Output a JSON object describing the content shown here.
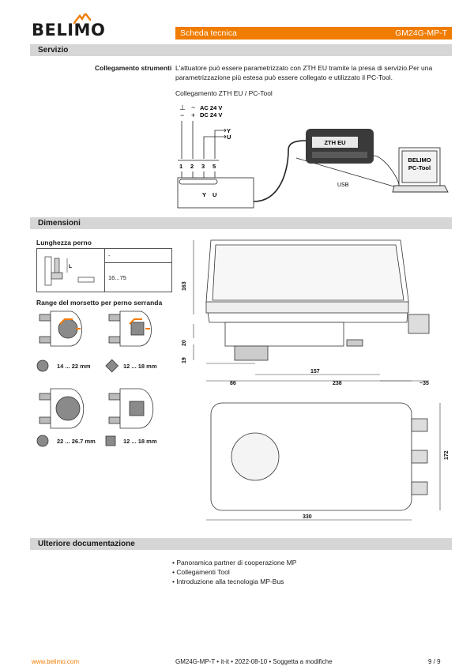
{
  "header": {
    "brand": "BELIMO",
    "doc_type": "Scheda tecnica",
    "model": "GM24G-MP-T"
  },
  "sections": {
    "service": {
      "title": "Servizio",
      "label": "Collegamento strumenti",
      "text": "L'attuatore può essere parametrizzato con ZTH EU tramite la presa di servizio.Per una parametrizzazione più estesa può essere collegato e utilizzato il PC-Tool.",
      "diagram_title": "Collegamento ZTH EU / PC-Tool",
      "diagram": {
        "sym_ground": "⊥",
        "sym_minus": "−",
        "sym_tilde": "~",
        "sym_plus": "+",
        "ac": "AC 24 V",
        "dc": "DC 24 V",
        "y": "Y",
        "u": "U",
        "terminals": [
          "1",
          "2",
          "3",
          "5"
        ],
        "box_y": "Y",
        "box_u": "U",
        "zth": "ZTH EU",
        "pc_line1": "BELIMO",
        "pc_line2": "PC-Tool",
        "usb": "USB"
      }
    },
    "dimensions": {
      "title": "Dimensioni",
      "spindle_title": "Lunghezza perno",
      "spindle_dash": "-",
      "spindle_range": "16...75",
      "clamp_title": "Range del morsetto per perno serranda",
      "clamp_items": [
        "14 ... 22 mm",
        "12 ... 18 mm",
        "22 ... 26.7 mm",
        "12 ... 18 mm"
      ],
      "dims": {
        "h163": "163",
        "h20": "20",
        "h19": "19",
        "w157": "157",
        "w86": "86",
        "w238": "238",
        "w35": "~35",
        "h172": "172",
        "w330": "330"
      }
    },
    "docs": {
      "title": "Ulteriore documentazione",
      "items": [
        "• Panoramica partner di cooperazione MP",
        "• Collegamenti Tool",
        "• Introduzione alla tecnologia MP-Bus"
      ]
    }
  },
  "footer": {
    "url": "www.belimo.com",
    "info": "GM24G-MP-T • it-it • 2022-08-10 • Soggetta a modifiche",
    "page": "9 / 9"
  },
  "colors": {
    "accent": "#f07c00",
    "section_bg": "#d6d6d6"
  }
}
